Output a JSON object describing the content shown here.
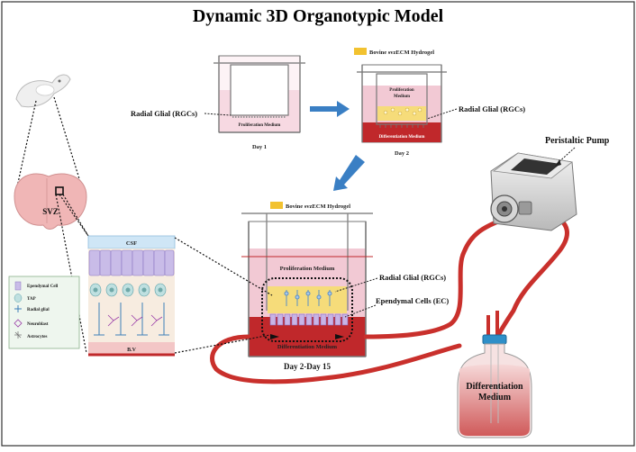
{
  "title": "Dynamic 3D Organotypic Model",
  "stages": {
    "day1": {
      "caption": "Day 1",
      "medium": "Proliferation Medium",
      "rgc": "Radial Glial (RGCs)"
    },
    "day2": {
      "caption": "Day 2",
      "hydrogel": "Bovine  svzECM Hydrogel",
      "prolif": [
        "Proliferation",
        "Medium"
      ],
      "diff": "Differentiation Medium",
      "rgc": "Radial Glial (RGCs)"
    },
    "day15": {
      "caption": "Day 2-Day 15",
      "hydrogel": "Bovine  svzECM Hydrogel",
      "prolif": "Proliferation Medium",
      "diff": "Differentiation Medium",
      "rgc": "Radial Glial (RGCs)",
      "ec": "Ependymal Cells (EC)"
    }
  },
  "pump": {
    "label": "Peristaltic Pump"
  },
  "bottle": {
    "label": [
      "Differentiation",
      "Medium"
    ]
  },
  "brain": {
    "region": "SVZ"
  },
  "niche": {
    "top": "CSF",
    "bottom": "B.V"
  },
  "legend": [
    "Ependymal Cell",
    "TAP",
    "Radial glial",
    "Neuroblast",
    "Astrocytes"
  ],
  "colors": {
    "flow": "#c9302c",
    "arrow": "#3a7fc4",
    "hydrogel": "#f2c230",
    "prolif": "#f2c9d4",
    "diff": "#c0282b"
  }
}
